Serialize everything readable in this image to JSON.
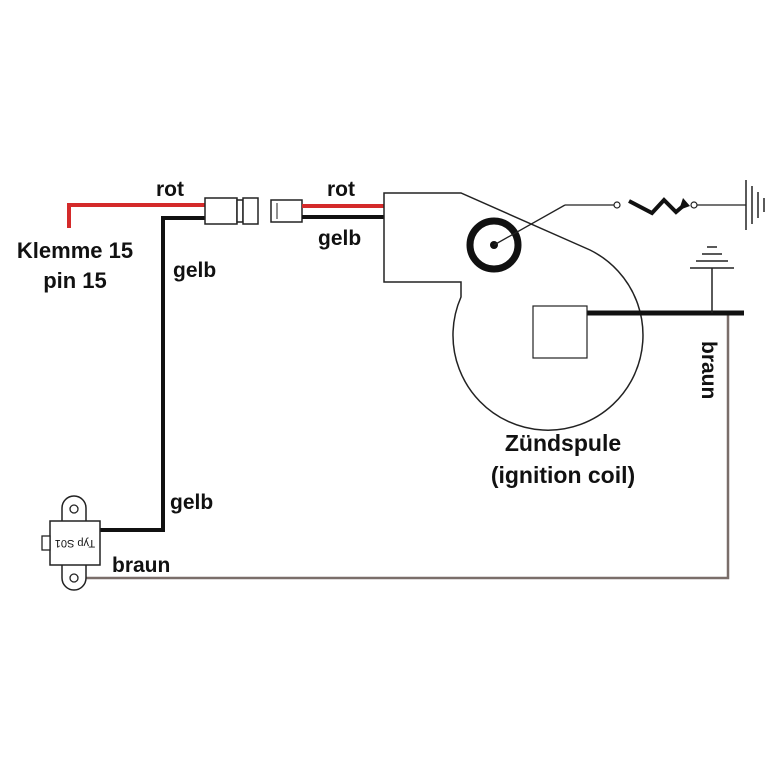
{
  "labels": {
    "terminal": "Klemme 15",
    "terminal_pin": "pin 15",
    "wire_red_left": "rot",
    "wire_red_right": "rot",
    "wire_yellow_right": "gelb",
    "wire_yellow_left_upper": "gelb",
    "wire_yellow_left_lower": "gelb",
    "wire_brown_bottom": "braun",
    "wire_brown_vertical": "braun",
    "coil_title": "Zündspule",
    "coil_subtitle": "(ignition coil)",
    "module_type": "Typ S01"
  },
  "colors": {
    "red_wire": "#d42a2a",
    "black_wire": "#111111",
    "brown_wire": "#7a6e6a",
    "outline": "#222222"
  }
}
